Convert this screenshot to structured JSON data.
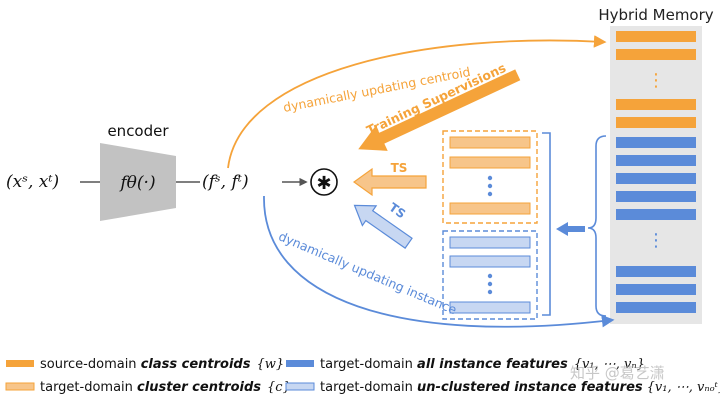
{
  "labels": {
    "hybrid_memory": "Hybrid Memory",
    "encoder": "encoder",
    "input": "(xˢ, xᵗ)",
    "function": "fθ(·)",
    "features": "(fˢ, fᵗ)",
    "conv_operator": "✱",
    "ts_top": "TS",
    "ts_bottom": "TS",
    "training_supervisions": "Training Supervisions",
    "curve_top": "dynamically updating centroid",
    "curve_bottom": "dynamically updating instance"
  },
  "legend": [
    {
      "prefix": "source-domain ",
      "bold": "class centroids",
      "math": "{w}"
    },
    {
      "prefix": "target-domain ",
      "bold": "all instance features",
      "math": "{v₁, ⋯, vₙ}"
    },
    {
      "prefix": "target-domain ",
      "bold": "cluster centroids",
      "math": "{c}"
    },
    {
      "prefix": "target-domain ",
      "bold": "un-clustered instance features",
      "math": "{v₁, ⋯, vₙₒᵗ}"
    }
  ],
  "watermark": "知乎 @葛艺潇",
  "colors": {
    "orange": "#f5a33a",
    "orange_light": "#f7c58a",
    "blue": "#5b8bd9",
    "blue_light": "#c7d7f2",
    "gray_encoder": "#c2c2c2",
    "memory_bg": "#e6e6e6"
  }
}
